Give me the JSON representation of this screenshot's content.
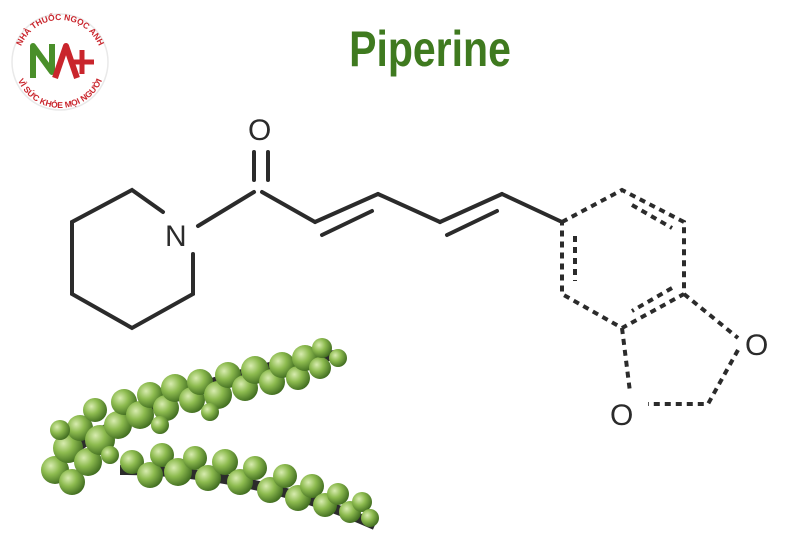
{
  "title": "Piperine",
  "logo": {
    "top_text": "NHÀ THUỐC NGỌC ANH",
    "bottom_text": "VÌ SỨC KHỎE MỌI NGƯỜI",
    "mark": "NA+"
  },
  "atoms": {
    "oxygen_carbonyl": "O",
    "nitrogen": "N",
    "oxygen_ring_right": "O",
    "oxygen_ring_left": "O"
  },
  "colors": {
    "title_green": "#3f7a1f",
    "logo_red": "#c9252c",
    "logo_green": "#4a8f2a",
    "bond": "#2b2b2b",
    "pepper_green": "#7fae45"
  }
}
